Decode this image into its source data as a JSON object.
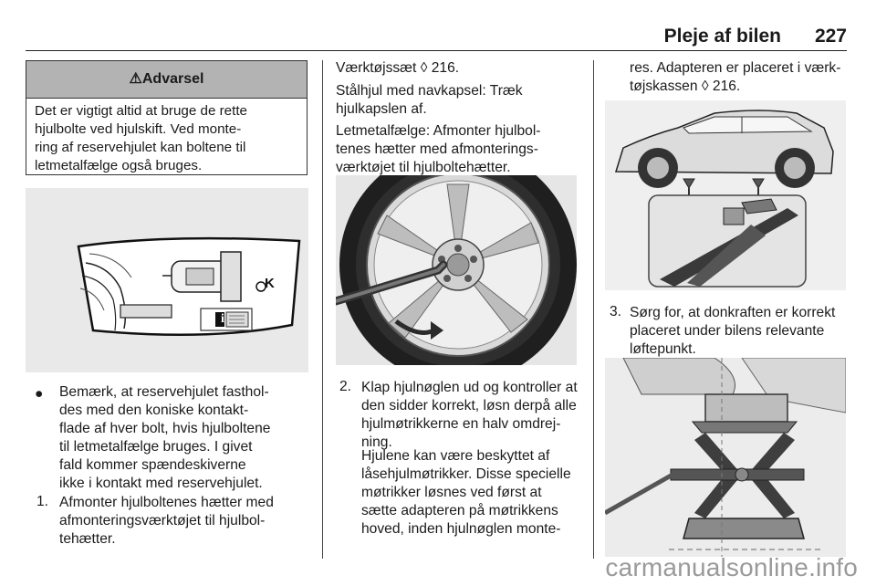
{
  "header": {
    "title": "Pleje af bilen",
    "page_number": "227"
  },
  "warning": {
    "icon_glyph": "⚠",
    "title": "Advarsel",
    "lines": [
      "Det er vigtigt altid at bruge de rette",
      "hjulbolte ved hjulskift. Ved monte-",
      "ring af reservehjulet kan boltene til",
      "letmetalfælge også bruges."
    ]
  },
  "left_column": {
    "note": {
      "bullet": "●",
      "lines": [
        "Bemærk, at reservehjulet fasthol-",
        "des med den koniske kontakt-",
        "flade af hver bolt, hvis hjulboltene",
        "til letmetalfælge bruges. I givet",
        "fald kommer spændeskiverne",
        "ikke i kontakt med reservehjulet."
      ]
    },
    "step1": {
      "number": "1.",
      "lines": [
        "Afmonter hjulboltenes hætter med",
        "afmonteringsværktøjet til hjulbol-",
        "tehætter."
      ]
    },
    "figure": {
      "label_letter": "K",
      "label_circle": "○"
    }
  },
  "middle_column": {
    "p1": "Værktøjssæt ◊ 216.",
    "p2_lines": [
      "Stålhjul med navkapsel: Træk",
      "hjulkapslen af."
    ],
    "p3_lines": [
      "Letmetalfælge: Afmonter hjulbol-",
      "tenes hætter med afmonterings-",
      "værktøjet til hjulboltehætter."
    ],
    "step2": {
      "number": "2.",
      "lines": [
        "Klap hjulnøglen ud og kontroller at",
        "den sidder korrekt, løsn derpå alle",
        "hjulmøtrikkerne en halv omdrej-",
        "ning."
      ],
      "extra_lines": [
        "Hjulene kan være beskyttet af",
        "låsehjulmøtrikker. Disse specielle",
        "møtrikker løsnes ved først at",
        "sætte adapteren på møtrikkens",
        "hoved, inden hjulnøglen monte-"
      ]
    }
  },
  "right_column": {
    "cont_lines": [
      "res. Adapteren er placeret i værk-",
      "tøjskassen ◊ 216."
    ],
    "step3": {
      "number": "3.",
      "lines": [
        "Sørg for, at donkraften er korrekt",
        "placeret under bilens relevante",
        "løftepunkt."
      ]
    }
  },
  "watermark": "carmanualsonline.info"
}
